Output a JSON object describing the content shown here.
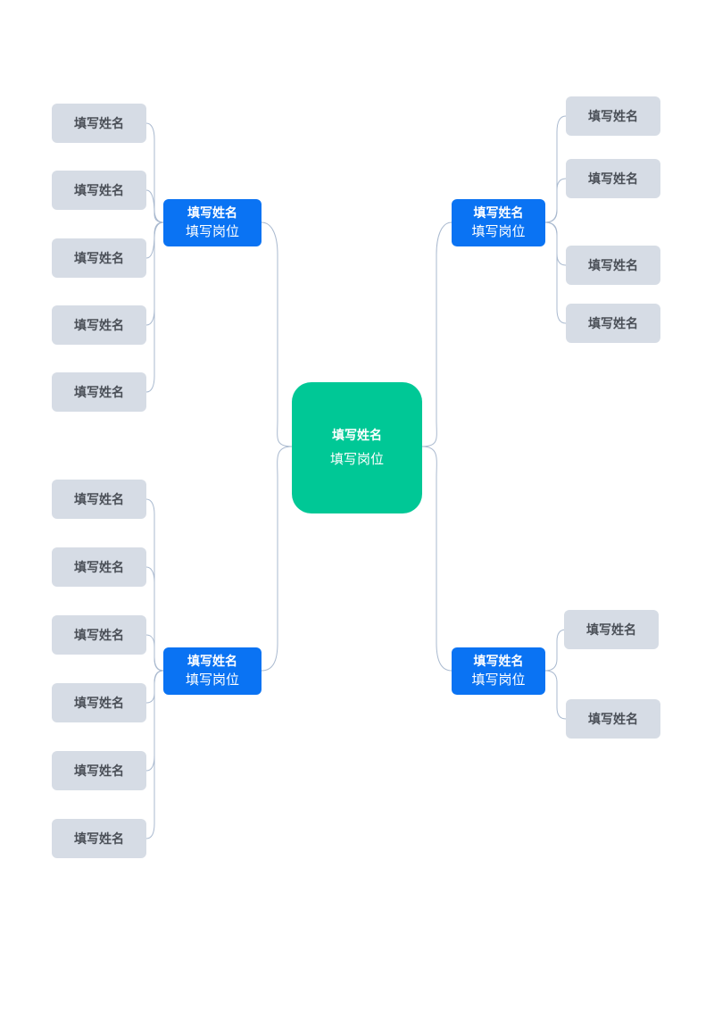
{
  "colors": {
    "root": "#00c896",
    "branch": "#0a73f3",
    "leaf": "#d6dce5",
    "line": "#a9b9cf"
  },
  "root": {
    "name": "填写姓名",
    "title": "填写岗位"
  },
  "branches": {
    "top_left": {
      "name": "填写姓名",
      "title": "填写岗位",
      "children": [
        "填写姓名",
        "填写姓名",
        "填写姓名",
        "填写姓名",
        "填写姓名"
      ]
    },
    "top_right": {
      "name": "填写姓名",
      "title": "填写岗位",
      "children": [
        "填写姓名",
        "填写姓名",
        "填写姓名",
        "填写姓名"
      ]
    },
    "bottom_left": {
      "name": "填写姓名",
      "title": "填写岗位",
      "children": [
        "填写姓名",
        "填写姓名",
        "填写姓名",
        "填写姓名",
        "填写姓名",
        "填写姓名"
      ]
    },
    "bottom_right": {
      "name": "填写姓名",
      "title": "填写岗位",
      "children": [
        "填写姓名",
        "填写姓名"
      ]
    }
  }
}
